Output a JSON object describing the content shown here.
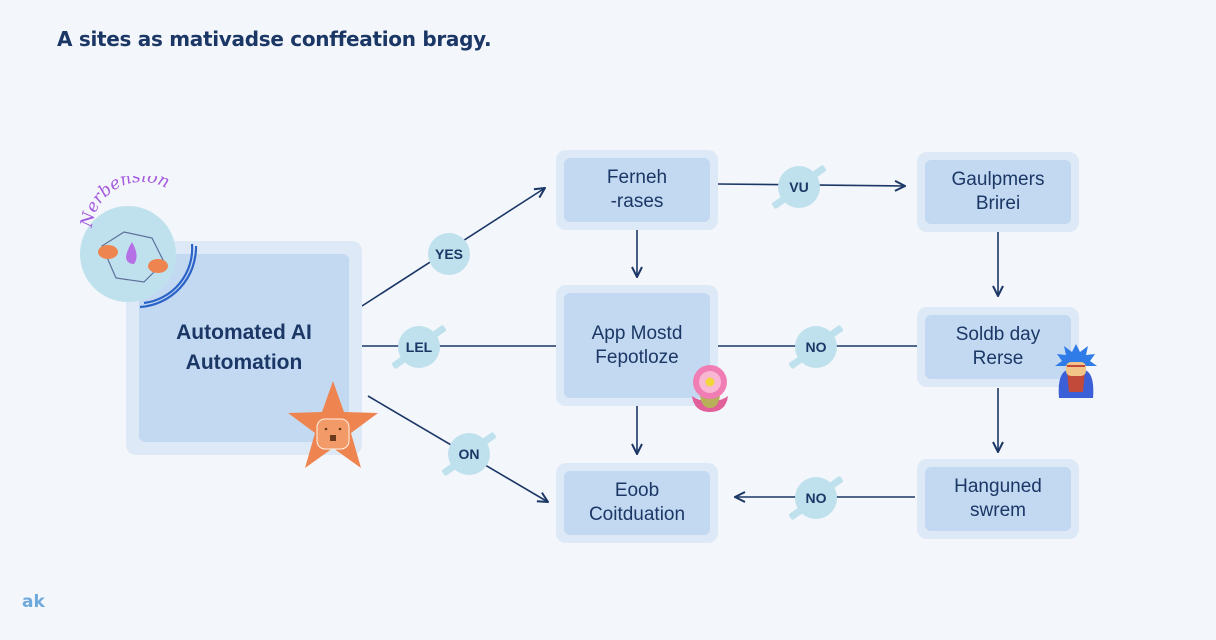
{
  "title": "A sites as mativadse conffeation bragy.",
  "footer_mark": "ak",
  "colors": {
    "background": "#f3f6fa",
    "node_outer": "#dde9f6",
    "node_inner": "#c3d9f1",
    "text": "#1b3766",
    "edge": "#1b3766",
    "badge": "#bfe1ee",
    "star": "#ee8550",
    "footer": "#6fa9dc"
  },
  "nodes": {
    "start": {
      "line1": "Automated AI",
      "line2": "Automation"
    },
    "n1": {
      "line1": "Ferneh",
      "line2": "-rases"
    },
    "n2": {
      "line1": "App Mostd",
      "line2": "Fepotloze"
    },
    "n3": {
      "line1": "Eoob",
      "line2": "Coitduation"
    },
    "n4": {
      "line1": "Gaulpmers",
      "line2": "Brirei"
    },
    "n5": {
      "line1": "Soldb day",
      "line2": "Rerse"
    },
    "n6": {
      "line1": "Hanguned",
      "line2": "swrem"
    }
  },
  "edge_labels": {
    "yes": "YES",
    "lel": "LEL",
    "on": "ON",
    "vu": "VU",
    "no_middle": "NO",
    "no_bottom": "NO"
  },
  "decorations": {
    "badge_ring_text": "Nerbension",
    "icons": [
      "nerbension-emblem-icon",
      "star-sticker-icon",
      "flower-mascot-icon",
      "spiky-hair-mascot-icon"
    ]
  }
}
